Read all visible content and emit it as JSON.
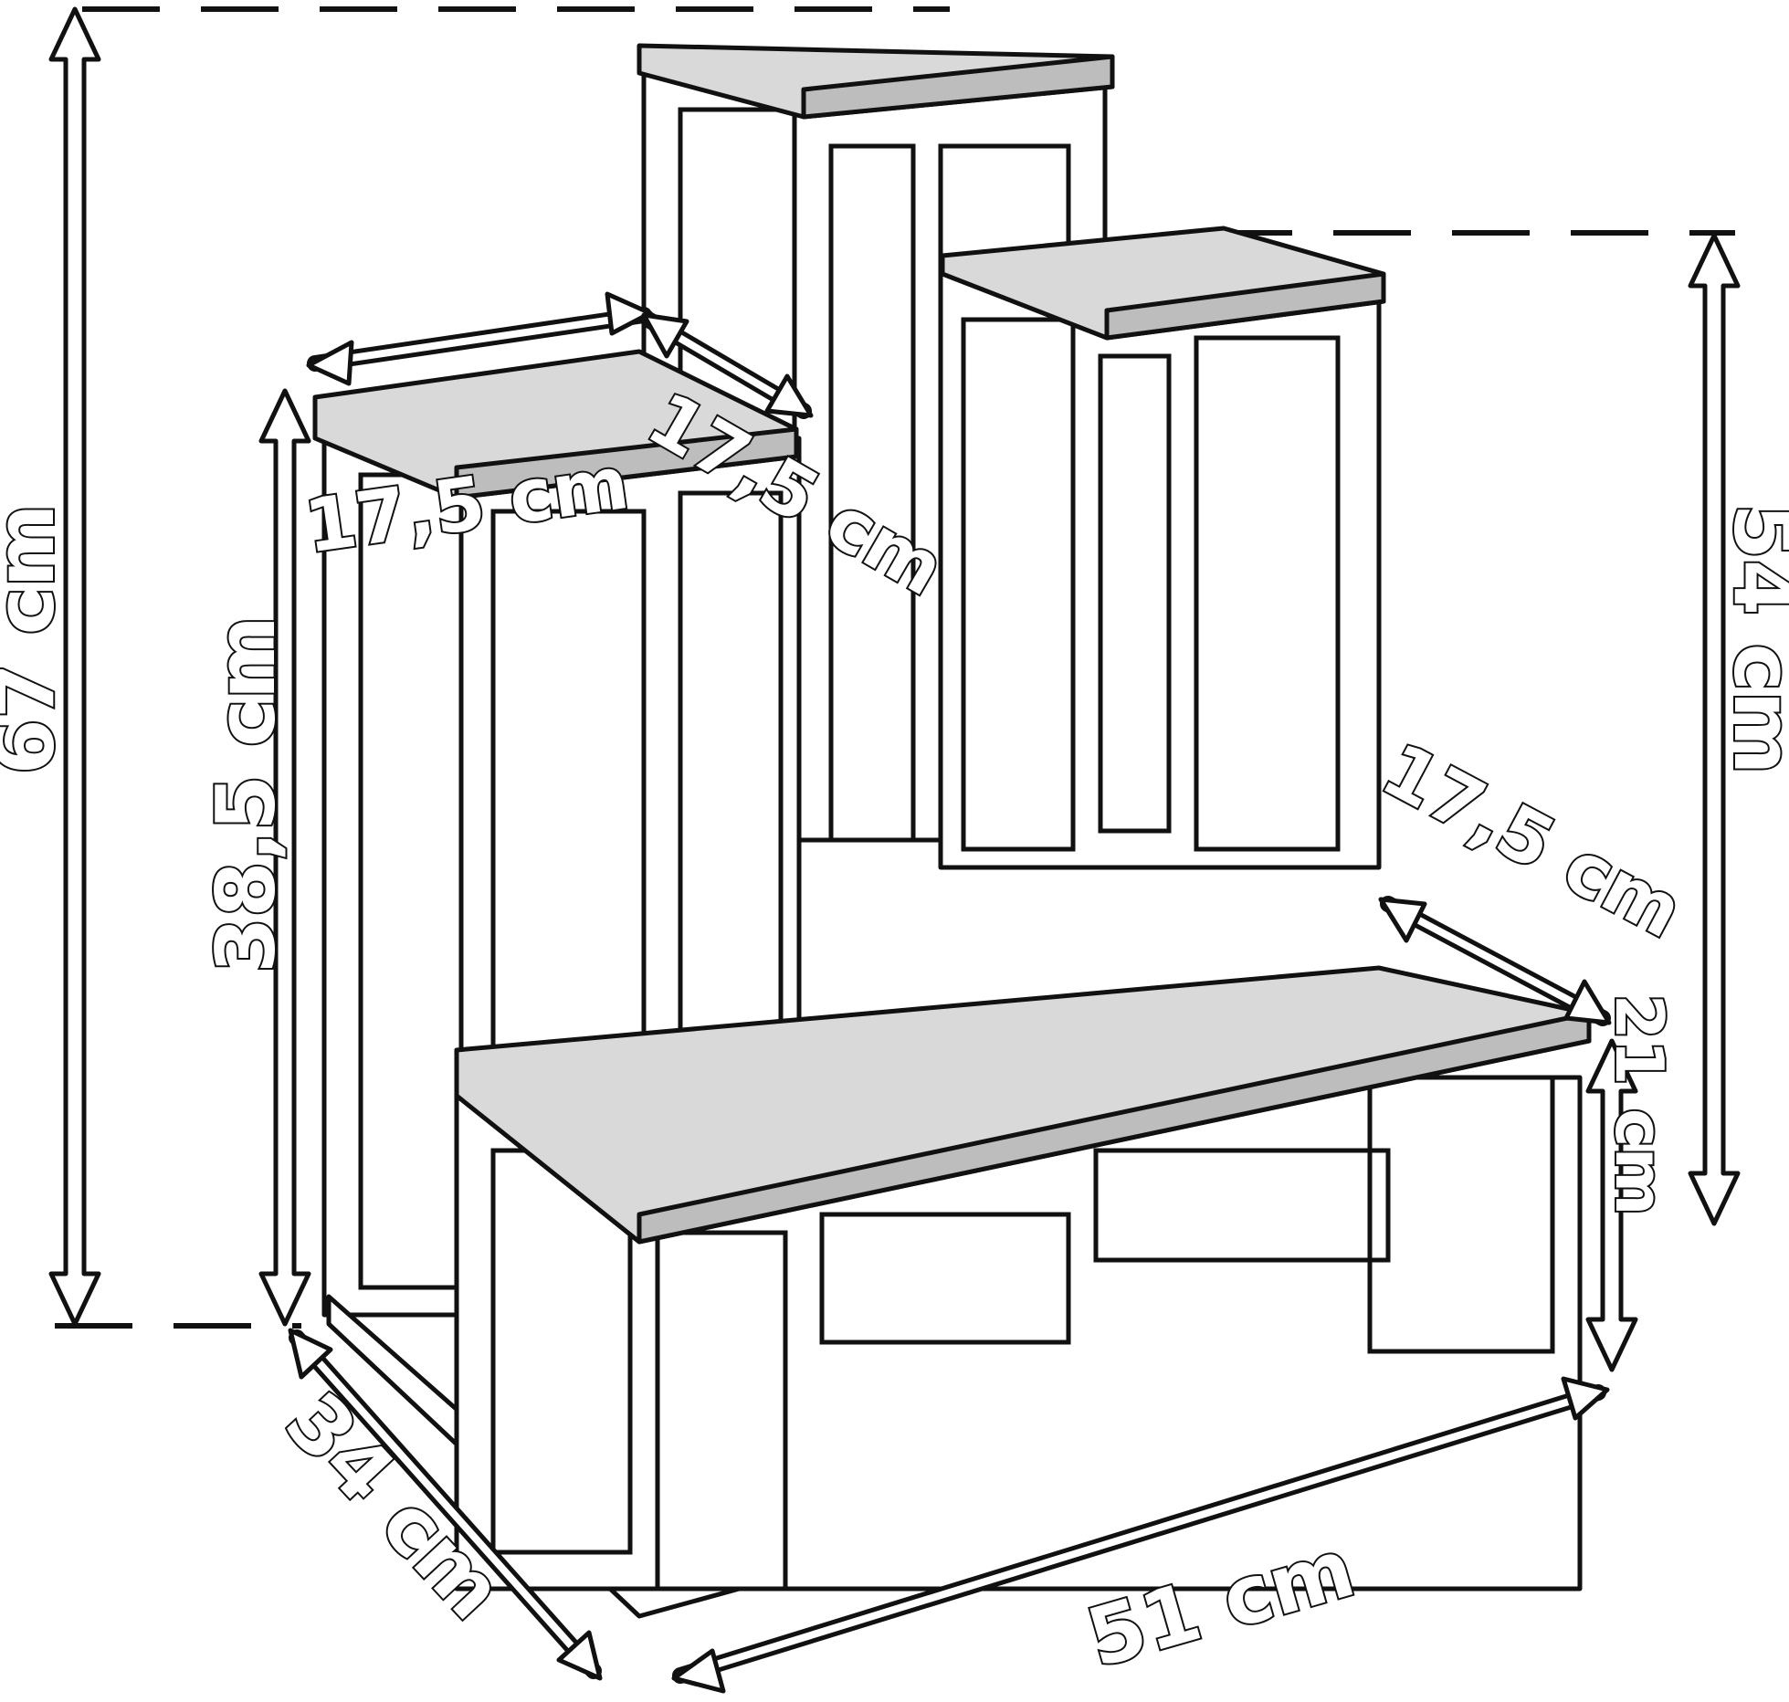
{
  "diagram": {
    "dimensions": {
      "total_height": "67 cm",
      "right_height": "54 cm",
      "left_step_height": "38,5 cm",
      "bench_height": "21 cm",
      "left_step_width": "17,5 cm",
      "left_step_depth": "17,5 cm",
      "bench_depth": "17,5 cm",
      "base_depth": "34 cm",
      "base_width": "51 cm"
    },
    "colors": {
      "line": "#111111",
      "wood": "#d9d9d9",
      "background": "#ffffff"
    }
  }
}
